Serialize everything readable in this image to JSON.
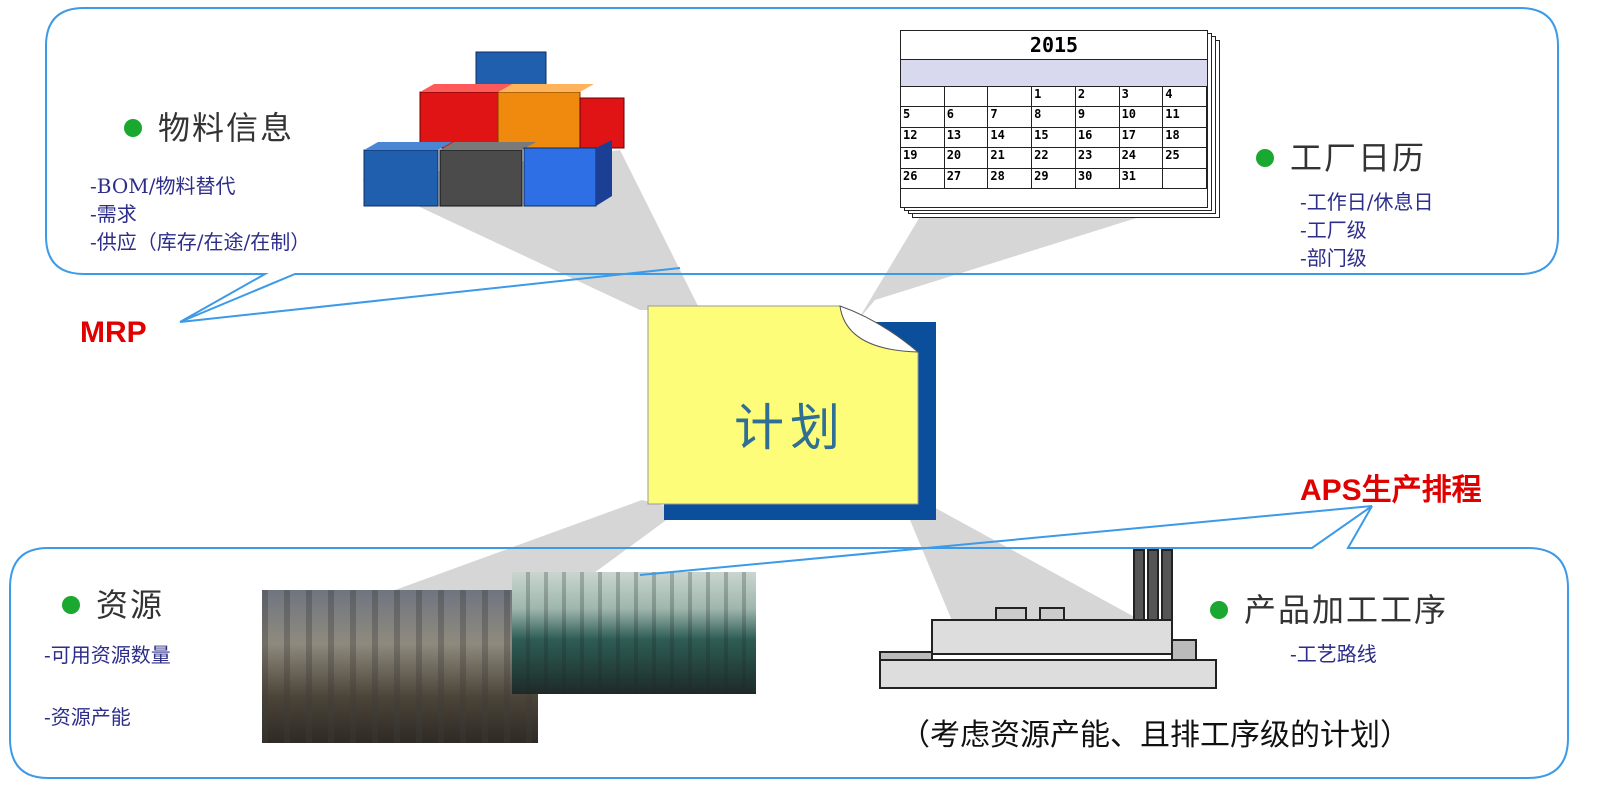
{
  "center": {
    "title": "计划"
  },
  "material": {
    "title": "物料信息",
    "items": [
      "-BOM/物料替代",
      "-需求",
      "-供应（库存/在途/在制）"
    ]
  },
  "calendar_section": {
    "title": "工厂日历",
    "items": [
      "-工作日/休息日",
      "-工厂级",
      "-部门级"
    ]
  },
  "calendar": {
    "year": "2015",
    "rows": [
      [
        "",
        "",
        "",
        "1",
        "2",
        "3",
        "4"
      ],
      [
        "5",
        "6",
        "7",
        "8",
        "9",
        "10",
        "11"
      ],
      [
        "12",
        "13",
        "14",
        "15",
        "16",
        "17",
        "18"
      ],
      [
        "19",
        "20",
        "21",
        "22",
        "23",
        "24",
        "25"
      ],
      [
        "26",
        "27",
        "28",
        "29",
        "30",
        "31",
        ""
      ]
    ]
  },
  "resource": {
    "title": "资源",
    "items": [
      "-可用资源数量",
      "-资源产能"
    ]
  },
  "process": {
    "title": "产品加工工序",
    "items": [
      "-工艺路线"
    ]
  },
  "labels": {
    "mrp": "MRP",
    "aps": "APS生产排程",
    "aps_note": "（考虑资源产能、且排工序级的计划）"
  },
  "colors": {
    "frame_blue": "#3c9ae8",
    "bullet_green": "#1aa830",
    "label_red": "#e00000",
    "center_yellow": "#fdfd7a",
    "center_text": "#2e6f93"
  }
}
